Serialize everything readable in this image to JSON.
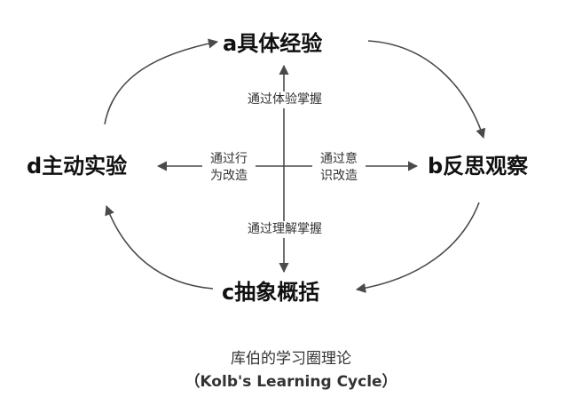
{
  "stages": {
    "a": "a具体经验",
    "b": "b反思观察",
    "c": "c抽象概括",
    "d": "d主动实验"
  },
  "labels": {
    "up": "通过体验掌握",
    "down": "通过理解掌握",
    "left_line1": "通过行",
    "left_line2": "为改造",
    "right_line1": "通过意",
    "right_line2": "识改造"
  },
  "caption": {
    "title": "库伯的学习圈理论",
    "subtitle": "（Kolb's Learning Cycle）"
  },
  "colors": {
    "arrow": "#4a4a4a",
    "text": "#111111"
  }
}
